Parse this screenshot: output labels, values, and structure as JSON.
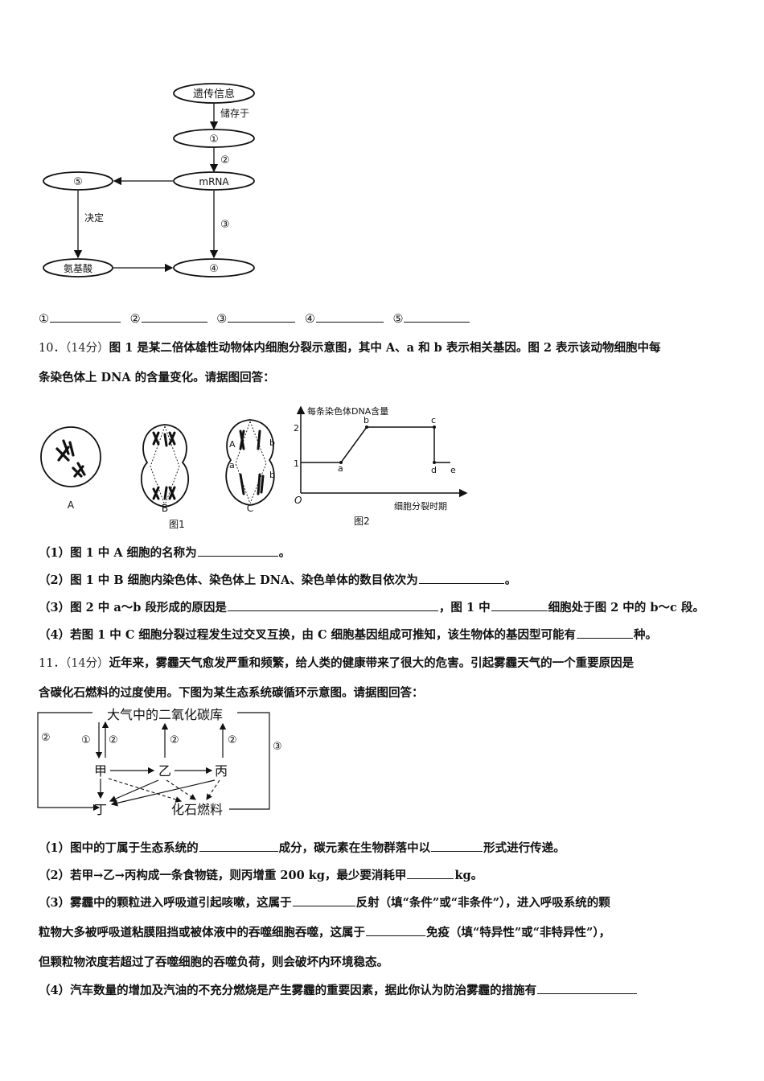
{
  "q9": {
    "diagram": {
      "node_top": "遗传信息",
      "arrow1_label": "储存于",
      "node1": "①",
      "arrow2_label": "②",
      "node_mrna": "mRNA",
      "node5": "⑤",
      "decide_label": "决定",
      "arrow3_label": "③",
      "node_amino": "氨基酸",
      "node4": "④"
    },
    "answers": [
      "①",
      "②",
      "③",
      "④",
      "⑤"
    ]
  },
  "q10": {
    "number": "10．",
    "score": "（14分）",
    "stem_line1": "图 1 是某二倍体雄性动物体内细胞分裂示意图，其中 A、a 和 b 表示相关基因。图 2 表示该动物细胞中每",
    "stem_line2": "条染色体上 DNA 的含量变化。请据图回答：",
    "fig1": {
      "label_a": "A",
      "label_b": "B",
      "label_c": "C",
      "caption": "图1",
      "gene_A": "A",
      "gene_a": "a",
      "gene_b1": "b",
      "gene_b2": "b"
    },
    "fig2": {
      "ylabel": "每条染色体DNA含量",
      "xlabel": "细胞分裂时期",
      "origin": "O",
      "y1": "1",
      "y2": "2",
      "pt_a": "a",
      "pt_b": "b",
      "pt_c": "c",
      "pt_d": "d",
      "pt_e": "e",
      "caption": "图2"
    },
    "sub1": "（1）图 1 中 A 细胞的名称为",
    "sub1_end": "。",
    "sub2": "（2）图 1 中 B 细胞内染色体、染色体上 DNA、染色单体的数目依次为",
    "sub2_end": "。",
    "sub3a": "（3）图 2 中 a～b 段形成的原因是",
    "sub3b": "，图 1 中",
    "sub3c": "细胞处于图 2 中的 b～c 段。",
    "sub4": "（4）若图 1 中 C 细胞分裂过程发生过交叉互换，由 C 细胞基因组成可推知，该生物体的基因型可能有",
    "sub4_end": "种。"
  },
  "q11": {
    "number": "11．",
    "score": "（14分）",
    "stem_line1": "近年来，雾霾天气愈发严重和频繁，给人类的健康带来了很大的危害。引起雾霾天气的一个重要原因是",
    "stem_line2": "含碳化石燃料的过度使用。下图为某生态系统碳循环示意图。请据图回答：",
    "diagram": {
      "co2": "大气中的二氧化碳库",
      "jia": "甲",
      "yi": "乙",
      "bing": "丙",
      "ding": "丁",
      "fuel": "化石燃料",
      "c1": "①",
      "c2": "②",
      "c3": "③"
    },
    "sub1a": "（1）图中的丁属于生态系统的",
    "sub1b": "成分，碳元素在生物群落中以",
    "sub1c": "形式进行传递。",
    "sub2a": "（2）若甲→乙→丙构成一条食物链，则丙增重 200 kg，最少要消耗甲",
    "sub2b": "kg。",
    "sub3a": "（3）雾霾中的颗粒进入呼吸道引起咳嗽，这属于",
    "sub3b": "反射（填“条件”或“非条件”），进入呼吸系统的颗",
    "sub3c": "粒物大多被呼吸道粘膜阻挡或被体液中的吞噬细胞吞噬，这属于",
    "sub3d": "免疫（填“特异性”或“非特异性”），",
    "sub3e": "但颗粒物浓度若超过了吞噬细胞的吞噬负荷，则会破坏内环境稳态。",
    "sub4": "（4）汽车数量的增加及汽油的不充分燃烧是产生雾霾的重要因素，据此你认为防治雾霾的措施有"
  }
}
